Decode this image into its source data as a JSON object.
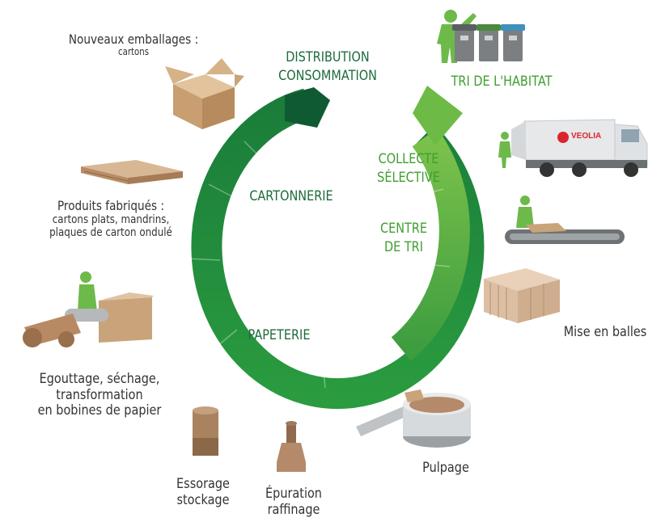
{
  "colors": {
    "cycle_dark": "#1e8a3c",
    "cycle_mid": "#2e9b3f",
    "cycle_light": "#6dbb46",
    "head_dark": "#0f5a32",
    "person": "#6db94a",
    "cardboard": "#c9a37a",
    "truck": "#e6e8ea",
    "veolia_red": "#d9262c"
  },
  "stages": {
    "distribution": [
      "DISTRIBUTION",
      "CONSOMMATION"
    ],
    "tri_habitat": "TRI DE L'HABITAT",
    "collecte": [
      "COLLECTE",
      "SÉLECTIVE"
    ],
    "centre_tri": [
      "CENTRE",
      "DE TRI"
    ],
    "papeterie": "PAPETERIE",
    "cartonnerie": "CARTONNERIE"
  },
  "steps": {
    "nouveaux": {
      "title": "Nouveaux emballages :",
      "sub": "cartons"
    },
    "produits": {
      "title": "Produits fabriqués :",
      "sub1": "cartons plats, mandrins,",
      "sub2": "plaques de carton ondulé"
    },
    "egouttage": [
      "Egouttage, séchage,",
      "transformation",
      "en bobines de papier"
    ],
    "essorage": [
      "Essorage",
      "stockage"
    ],
    "epuration": [
      "Épuration",
      "raffinage"
    ],
    "pulpage": "Pulpage",
    "balles": "Mise en balles"
  },
  "truck_brand": "VEOLIA"
}
